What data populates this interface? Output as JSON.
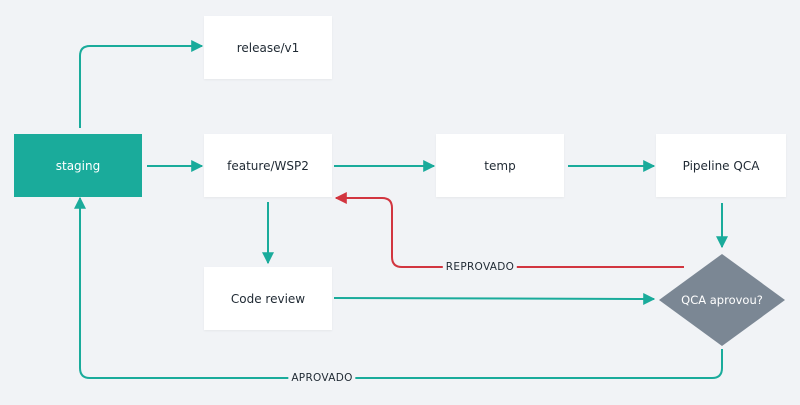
{
  "nodes": {
    "staging": "staging",
    "release": "release/v1",
    "feature": "feature/WSP2",
    "temp": "temp",
    "pipeline": "Pipeline QCA",
    "code_review": "Code review",
    "decision": "QCA aprovou?"
  },
  "edges": {
    "rejected_label": "REPROVADO",
    "approved_label": "APROVADO"
  },
  "colors": {
    "teal": "#1aab9b",
    "red": "#d2353f",
    "decision": "#7b8794",
    "background": "#f1f3f6",
    "box": "#ffffff"
  }
}
